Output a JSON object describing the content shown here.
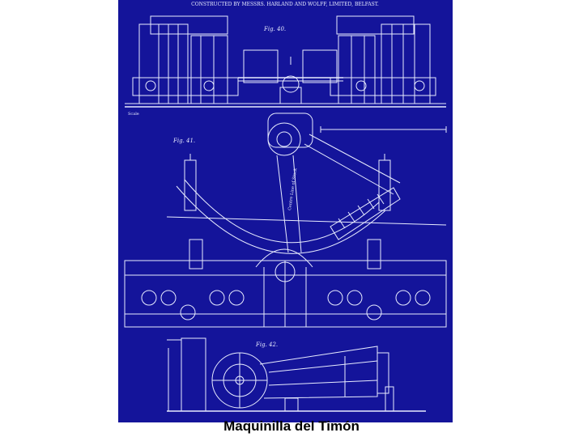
{
  "colors": {
    "blueprint_bg": "#14149a",
    "line": "#e8ecff",
    "caption_color": "#000000",
    "page_bg": "#ffffff"
  },
  "drawing": {
    "header": "CONSTRUCTED BY MESSRS. HARLAND AND WOLFF, LIMITED, BELFAST.",
    "fig_top": "Fig. 40.",
    "fig_mid": "Fig. 41.",
    "fig_bottom": "Fig. 42.",
    "scale_label": "Scale",
    "side_note": "Centre Line of Stock"
  },
  "caption": {
    "text": "Maquinilla del Timón"
  }
}
